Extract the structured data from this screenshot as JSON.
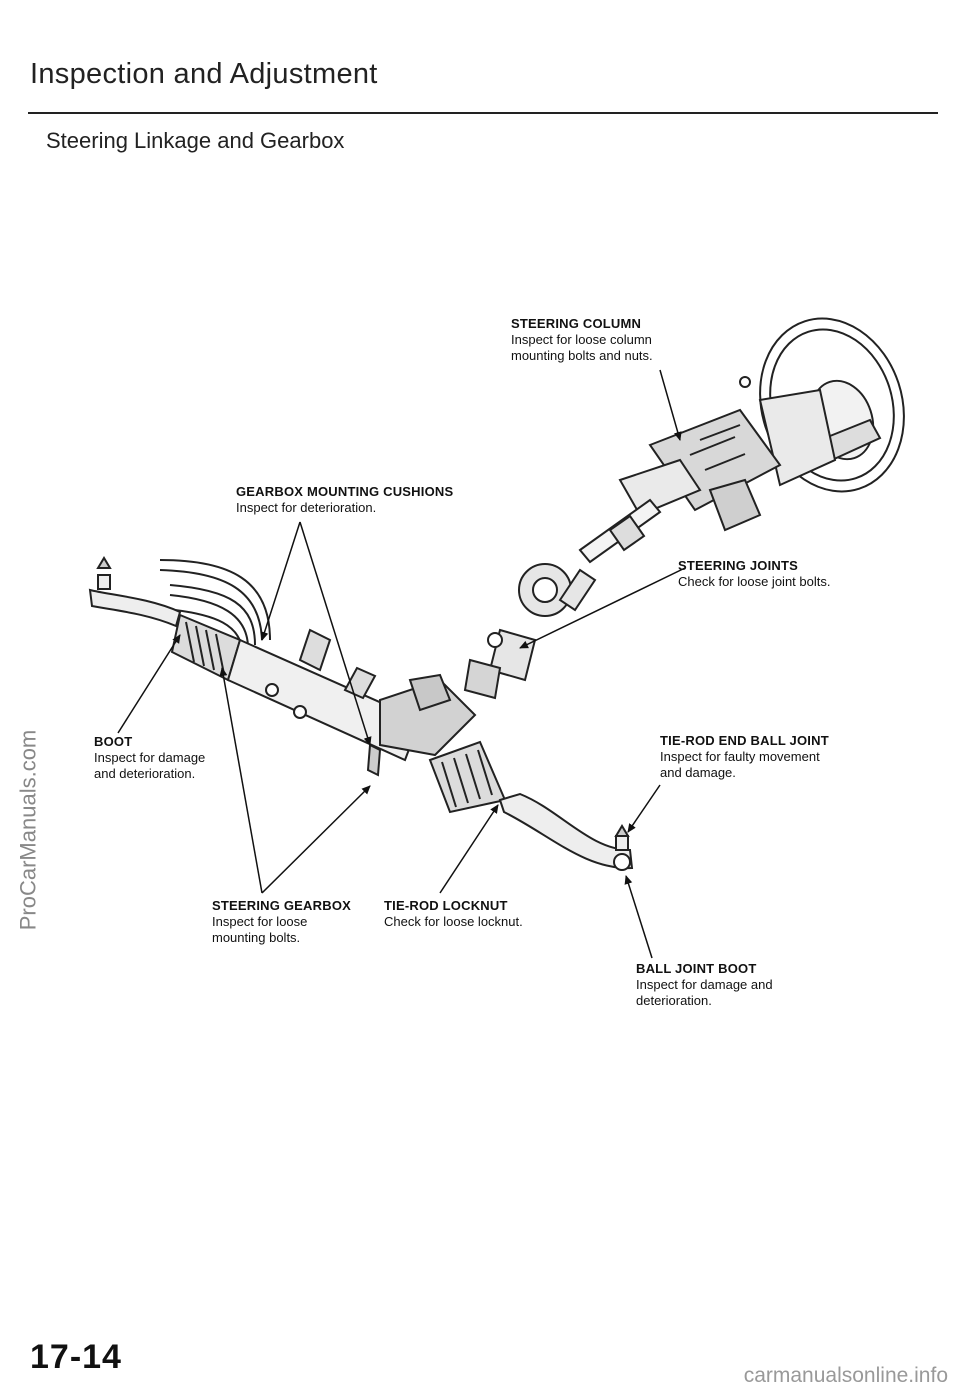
{
  "header": {
    "title": "Inspection and Adjustment",
    "section": "Steering Linkage and Gearbox"
  },
  "callouts": {
    "steering_column": {
      "head": "STEERING COLUMN",
      "desc": "Inspect for loose column\nmounting bolts and nuts."
    },
    "gearbox_cushions": {
      "head": "GEARBOX MOUNTING CUSHIONS",
      "desc": "Inspect for deterioration."
    },
    "steering_joints": {
      "head": "STEERING JOINTS",
      "desc": "Check for loose joint bolts."
    },
    "boot": {
      "head": "BOOT",
      "desc": "Inspect for damage\nand deterioration."
    },
    "tierod_ball_joint": {
      "head": "TIE-ROD END BALL JOINT",
      "desc": "Inspect for faulty movement\nand damage."
    },
    "steering_gearbox": {
      "head": "STEERING GEARBOX",
      "desc": "Inspect for loose\nmounting bolts."
    },
    "tierod_locknut": {
      "head": "TIE-ROD LOCKNUT",
      "desc": "Check for loose locknut."
    },
    "ball_joint_boot": {
      "head": "BALL JOINT BOOT",
      "desc": "Inspect for damage and\ndeterioration."
    }
  },
  "footer": {
    "page_number": "17-14",
    "watermark_left": "ProCarManuals.com",
    "watermark_bottom": "carmanualsonline.info"
  }
}
